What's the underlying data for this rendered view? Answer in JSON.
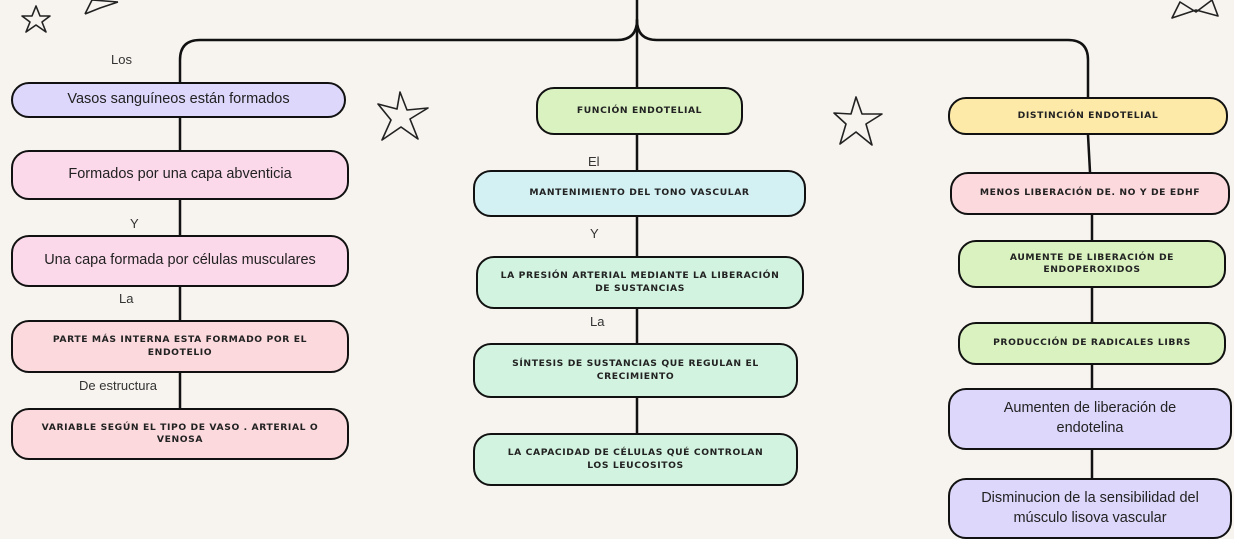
{
  "colors": {
    "background": "#f7f3ef",
    "lavender": "#dcd7fb",
    "pink": "#fcd9ea",
    "rose": "#fbd9dd",
    "green": "#d9f2c0",
    "aqua": "#d3f0f3",
    "mint": "#d2f3e0",
    "yellow": "#fdeaa9"
  },
  "left": {
    "connector_1": "Los",
    "node_1": "Vasos sanguíneos están formados",
    "node_2": "Formados por una capa abventicia",
    "connector_2": "Y",
    "node_3": "Una capa formada por células musculares",
    "connector_3": "La",
    "node_4": "Parte más interna esta formado por el endotelio",
    "connector_4": "De estructura",
    "node_5": "Variable según el tipo de vaso . arterial o venosa"
  },
  "center": {
    "node_1": "Función endotelial",
    "connector_1": "El",
    "node_2": "Mantenimiento del tono vascular",
    "connector_2": "Y",
    "node_3": "La presión arterial mediante la liberación de sustancias",
    "connector_3": "La",
    "node_4": "Síntesis de sustancias que regulan el crecimiento",
    "node_5": "La capacidad de células qué controlan los leucositos"
  },
  "right": {
    "node_1": "Distinción endotelial",
    "node_2": "Menos liberación de. NO y de EDHF",
    "node_3": "Aumente de liberación de endoperoxidos",
    "node_4": "Producción de radicales librs",
    "node_5": "Aumenten de liberación de endotelina",
    "node_6": "Disminucion de la sensibilidad del músculo lisova vascular"
  },
  "icons": [
    "star-icon",
    "star-icon",
    "star-icon",
    "star-icon",
    "star-icon"
  ]
}
